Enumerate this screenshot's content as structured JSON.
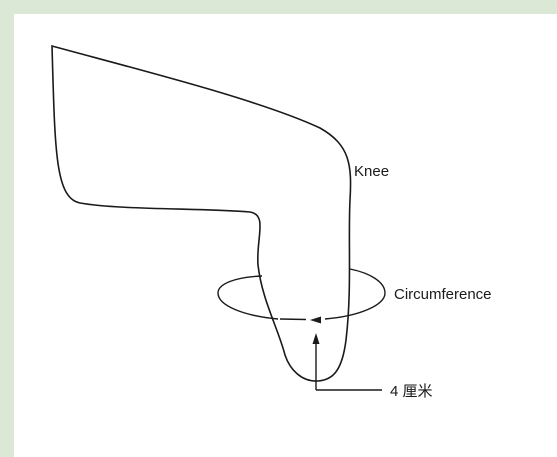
{
  "labels": {
    "knee": "Knee",
    "circumference": "Circumference",
    "distance": "4 厘米"
  },
  "colors": {
    "border": "#dce8d6",
    "background": "#ffffff",
    "stroke": "#1a1a1a"
  }
}
